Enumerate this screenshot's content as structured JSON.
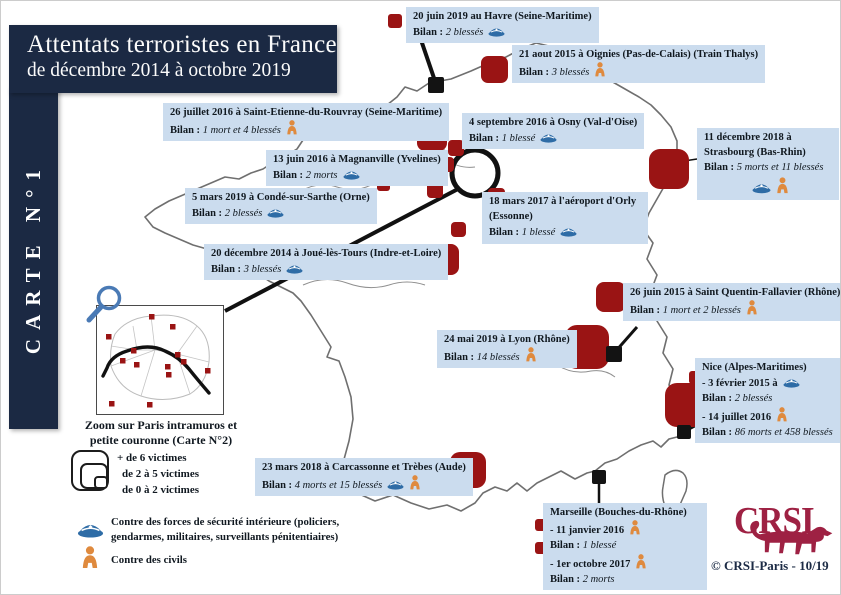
{
  "header": {
    "title_line1": "Attentats terroristes en France",
    "title_line2": "de décembre 2014 à octobre 2019",
    "side_label": "CARTE N°1"
  },
  "labels": {
    "bilan": "Bilan :"
  },
  "callouts": [
    {
      "name": "havre",
      "date": "20 juin 2019",
      "location": " au Havre (Seine-Maritime)",
      "bilan": "2 blessés",
      "targets": [
        "forces de sécurité"
      ]
    },
    {
      "name": "oignies",
      "date": "21 aout 2015",
      "location": " à Oignies (Pas-de-Calais) (Train Thalys)",
      "bilan": "3 blessés",
      "targets": [
        "civils"
      ]
    },
    {
      "name": "saint-etienne-du-rouvray",
      "date": "26 juillet 2016",
      "location": " à Saint-Etienne-du-Rouvray (Seine-Maritime)",
      "bilan": "1 mort et 4 blessés",
      "targets": [
        "civils"
      ]
    },
    {
      "name": "magnanville",
      "date": "13 juin 2016",
      "location": " à Magnanville (Yvelines)",
      "bilan": "2 morts",
      "targets": [
        "forces de sécurité"
      ]
    },
    {
      "name": "conde-sur-sarthe",
      "date": "5 mars 2019",
      "location": " à Condé-sur-Sarthe (Orne)",
      "bilan": "2 blessés",
      "targets": [
        "forces de sécurité"
      ]
    },
    {
      "name": "osny",
      "date": "4 septembre 2016",
      "location": " à Osny (Val-d'Oise)",
      "bilan": "1 blessé",
      "targets": [
        "forces de sécurité"
      ]
    },
    {
      "name": "orly",
      "date": "18 mars 2017",
      "location": " à l'aéroport d'Orly (Essonne)",
      "bilan": "1 blessé",
      "targets": [
        "forces de sécurité"
      ]
    },
    {
      "name": "strasbourg",
      "date": "11 décembre 2018",
      "location": " à Strasbourg (Bas-Rhin)",
      "bilan": "5 morts et 11 blessés",
      "targets": [
        "forces de sécurité",
        "civils"
      ]
    },
    {
      "name": "joue-les-tours",
      "date": "20 décembre 2014",
      "location": " à Joué-lès-Tours (Indre-et-Loire)",
      "bilan": "3 blessés",
      "targets": [
        "forces de sécurité"
      ]
    },
    {
      "name": "saint-quentin-fallavier",
      "date": "26 juin 2015",
      "location": " à Saint Quentin-Fallavier (Rhône)",
      "bilan": "1 mort et 2 blessés",
      "targets": [
        "civils"
      ]
    },
    {
      "name": "lyon",
      "date": "24 mai 2019",
      "location": " à Lyon (Rhône)",
      "bilan": "14 blessés",
      "targets": [
        "civils"
      ]
    },
    {
      "name": "carcassonne",
      "date": "23 mars 2018",
      "location": " à Carcassonne et Trèbes (Aude)",
      "bilan": "4 morts et 15 blessés",
      "targets": [
        "forces de sécurité",
        "civils"
      ]
    }
  ],
  "multi_callouts": [
    {
      "name": "nice",
      "title": "Nice (Alpes-Maritimes)",
      "events": [
        {
          "date": "- 3 février 2015 à",
          "bilan": "2 blessés",
          "target": "forces de sécurité"
        },
        {
          "date": "- 14 juillet 2016",
          "bilan": "86 morts et 458 blessés",
          "target": "civils"
        }
      ]
    },
    {
      "name": "marseille",
      "title": "Marseille (Bouches-du-Rhône)",
      "events": [
        {
          "date": "- 11 janvier 2016",
          "bilan": "1 blessé",
          "target": "civils"
        },
        {
          "date": "- 1er octobre 2017",
          "bilan": "2 morts",
          "target": "civils"
        }
      ]
    }
  ],
  "inset": {
    "caption_line1": "Zoom sur Paris intramuros et",
    "caption_line2": "petite couronne (Carte N°2)"
  },
  "size_legend": [
    {
      "label": "+ de 6 victimes"
    },
    {
      "label": "de 2 à 5 victimes"
    },
    {
      "label": "de 0 à 2 victimes"
    }
  ],
  "target_legend": {
    "police": "Contre des forces de sécurité intérieure (policiers, gendarmes, militaires, surveillants pénitentiaires)",
    "civils": "Contre des civils"
  },
  "footer": {
    "logo_text": "CRSI",
    "copyright": "© CRSI-Paris - 10/19"
  },
  "colors": {
    "navy": "#1b2943",
    "marker_red": "#9a1414",
    "callout_bg": "#cbdcee",
    "police_blue": "#2e6ca6",
    "civil_orange": "#df8a3e",
    "logo_maroon": "#9e2143"
  }
}
